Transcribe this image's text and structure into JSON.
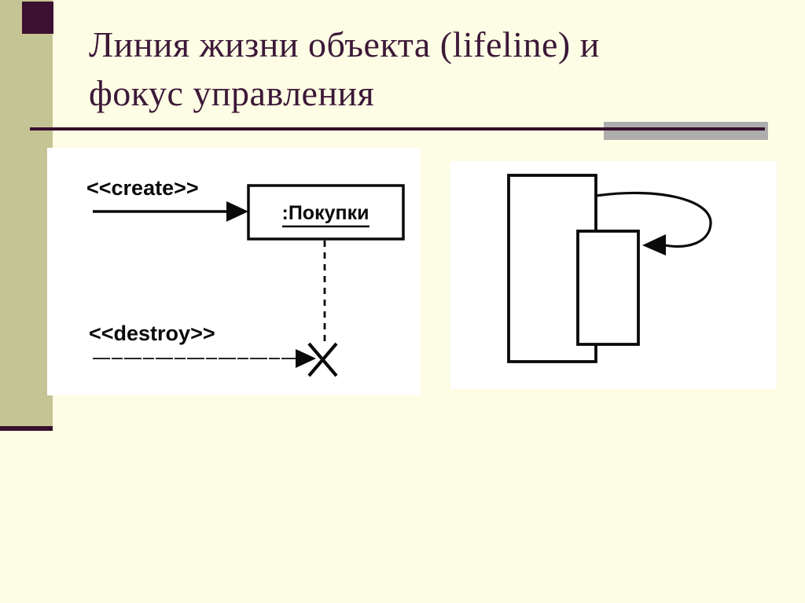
{
  "slide": {
    "title_line1": "Линия жизни объекта (lifeline) и",
    "title_line2": "фокус управления"
  },
  "diagrams": {
    "lifeline": {
      "create_label": "<<create>>",
      "object_label": ":Покупки",
      "destroy_label": "<<destroy>>"
    }
  },
  "colors": {
    "background": "#FDFCE4",
    "accent_band": "#C5C494",
    "accent_square": "#3C1030",
    "title_text": "#3C1838",
    "rule_line": "#38102E",
    "gray_bar": "#ADADAD",
    "panel_background": "#FFFFFF",
    "diagram_ink": "#000000"
  }
}
